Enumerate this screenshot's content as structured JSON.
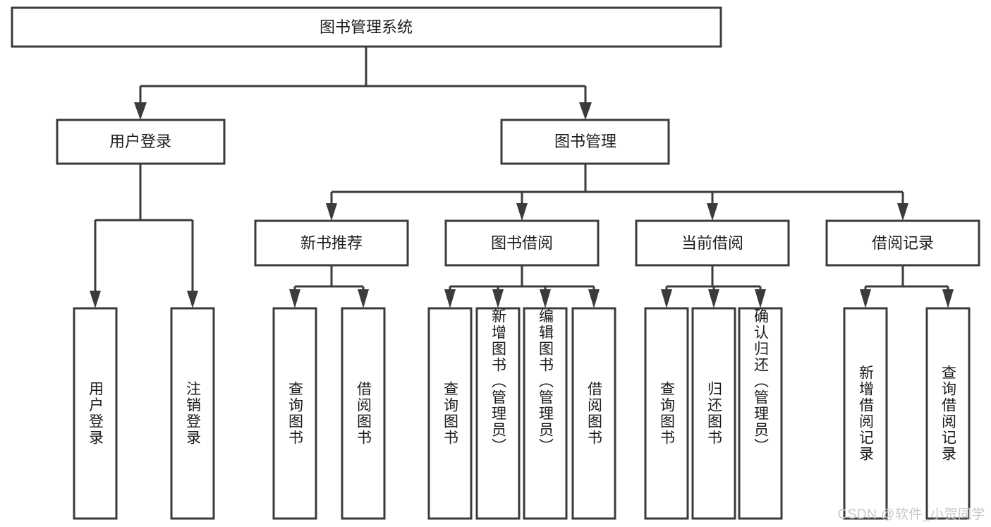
{
  "diagram": {
    "title": "图书管理系统",
    "type": "hierarchy-tree",
    "watermark": "CSDN @软件_小贺同学",
    "colors": {
      "stroke": "#3b3b3b",
      "box_fill": "#ffffff",
      "text": "#1b1b1b",
      "watermark": "#c9c9c9",
      "background": "#ffffff"
    },
    "levels": {
      "root": {
        "label": "图书管理系统"
      },
      "level2": [
        {
          "id": "user-login",
          "label": "用户登录"
        },
        {
          "id": "book-management",
          "label": "图书管理"
        }
      ],
      "level3": [
        {
          "id": "new-book-recommend",
          "label": "新书推荐",
          "parent": "book-management"
        },
        {
          "id": "book-borrow",
          "label": "图书借阅",
          "parent": "book-management"
        },
        {
          "id": "current-borrow",
          "label": "当前借阅",
          "parent": "book-management"
        },
        {
          "id": "borrow-record",
          "label": "借阅记录",
          "parent": "book-management"
        }
      ],
      "leaves": [
        {
          "id": "leaf-user-login",
          "label": "用户登录",
          "parent": "user-login"
        },
        {
          "id": "leaf-logout-login",
          "label": "注销登录",
          "parent": "user-login"
        },
        {
          "id": "leaf-query-book-1",
          "label": "查询图书",
          "parent": "new-book-recommend"
        },
        {
          "id": "leaf-borrow-book-1",
          "label": "借阅图书",
          "parent": "new-book-recommend"
        },
        {
          "id": "leaf-query-book-2",
          "label": "查询图书",
          "parent": "book-borrow"
        },
        {
          "id": "leaf-add-book",
          "label": "新增图书（管理员）",
          "parent": "book-borrow"
        },
        {
          "id": "leaf-edit-book",
          "label": "编辑图书（管理员）",
          "parent": "book-borrow"
        },
        {
          "id": "leaf-borrow-book-2",
          "label": "借阅图书",
          "parent": "book-borrow"
        },
        {
          "id": "leaf-query-book-3",
          "label": "查询图书",
          "parent": "current-borrow"
        },
        {
          "id": "leaf-return-book",
          "label": "归还图书",
          "parent": "current-borrow"
        },
        {
          "id": "leaf-confirm-return",
          "label": "确认归还（管理员）",
          "parent": "current-borrow"
        },
        {
          "id": "leaf-add-record",
          "label": "新增借阅记录",
          "parent": "borrow-record"
        },
        {
          "id": "leaf-query-record",
          "label": "查询借阅记录",
          "parent": "borrow-record"
        }
      ]
    }
  }
}
